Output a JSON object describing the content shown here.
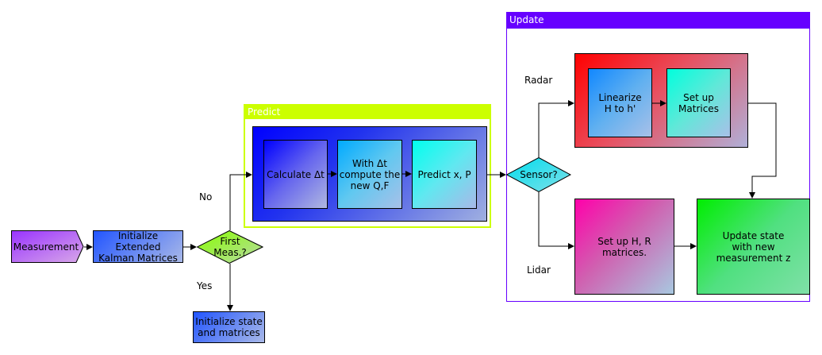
{
  "nodes": {
    "measurement": "Measurement",
    "init_ekf": "Initialize\nExtended\nKalman Matrices",
    "first_meas": "First\nMeas.?",
    "init_state": "Initialize state\nand matrices",
    "calc_dt": "Calculate Δt",
    "compute_qf": "With Δt\ncompute the\nnew Q,F",
    "predict_xp": "Predict x, P",
    "sensor": "Sensor?",
    "linearize": "Linearize\nH to h'",
    "setup_matrices": "Set up\nMatrices",
    "setup_hr": "Set up H, R\nmatrices.",
    "update_state": "Update state\nwith new\nmeasurement z"
  },
  "labels": {
    "no": "No",
    "yes": "Yes",
    "radar": "Radar",
    "lidar": "Lidar"
  },
  "containers": {
    "predict": "Predict",
    "update": "Update"
  },
  "colors": {
    "predict_border": "#ccff00",
    "update_border": "#6600ff",
    "update_header": "#6600ff"
  }
}
